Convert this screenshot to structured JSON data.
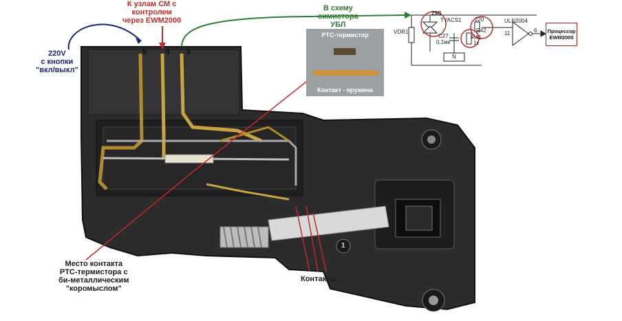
{
  "labels": {
    "power": "220V\nс кнопки\n\"вкл/выкл\"",
    "to_nodes": "К узлам СМ с\nконтролем\nчерез EWM2000",
    "to_triac": "В схему\nсимистора\nУБЛ",
    "contact_place": "Место контакта\nPTC-термистора с\nби-металлическим\n\"коромыслом\"",
    "contacts": "Контакты"
  },
  "pins": {
    "p5": "5",
    "p4": "4",
    "p3": "3",
    "p1": "1"
  },
  "inset": {
    "ptc": "PTC-термистор",
    "spring": "Контакт - пружина"
  },
  "schematic": {
    "vdr": "VDR1",
    "z9s": "Z9S",
    "triac": "TYACS1",
    "cap": "C27",
    "cap_val": "0,1мк",
    "r41": "R41",
    "r41_val": "1к",
    "r42": "R42",
    "r220": "220",
    "n": "N",
    "uln": "ULN2004",
    "pin11": "11",
    "pin6": "6",
    "cpu_line1": "Процессор",
    "cpu_line2": "EWM2000"
  },
  "colors": {
    "blue_text": "#1a237e",
    "red_text": "#c62828",
    "green_text": "#2e7d32",
    "red_pointer": "#c62828",
    "housing": "#2a2a2a"
  }
}
